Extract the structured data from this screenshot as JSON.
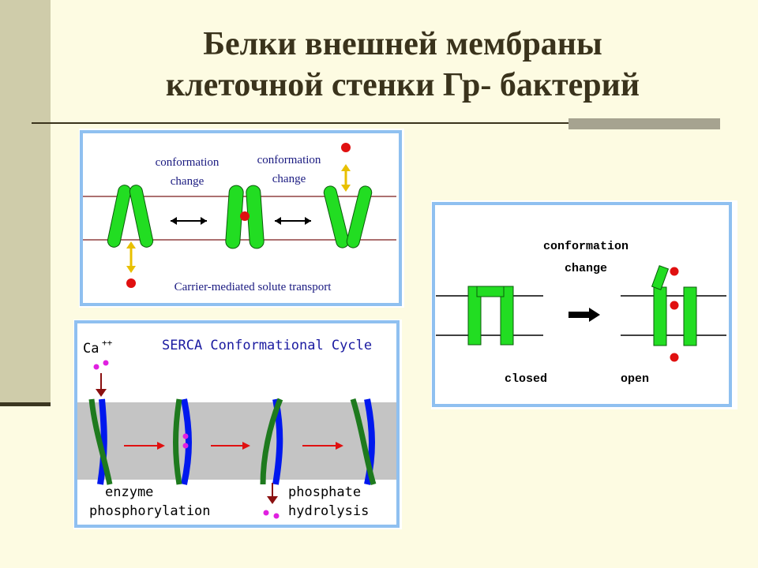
{
  "slide": {
    "title_line1": "Белки внешней мембраны",
    "title_line2": "клеточной стенки Гр- бактерий"
  },
  "panel_carrier": {
    "label_conformation_change_1a": "conformation",
    "label_conformation_change_1b": "change",
    "label_conformation_change_2a": "conformation",
    "label_conformation_change_2b": "change",
    "caption": "Carrier-mediated solute transport"
  },
  "panel_channel": {
    "label_a": "conformation",
    "label_b": "change",
    "closed": "closed",
    "open": "open"
  },
  "panel_serca": {
    "title": "SERCA Conformational Cycle",
    "ion": "Ca",
    "ion_charge": "++",
    "step1_a": "enzyme",
    "step1_b": "phosphorylation",
    "step2_a": "phosphate",
    "step2_b": "hydrolysis"
  },
  "colors": {
    "protein_green": "#22dd22",
    "solute_red": "#e01010",
    "membrane_line": "#7a1a1a",
    "serca_blue": "#0018ee",
    "serca_green": "#1e7a1e",
    "serca_band": "#c4c4c4",
    "frame_blue": "#8fc0f0"
  }
}
